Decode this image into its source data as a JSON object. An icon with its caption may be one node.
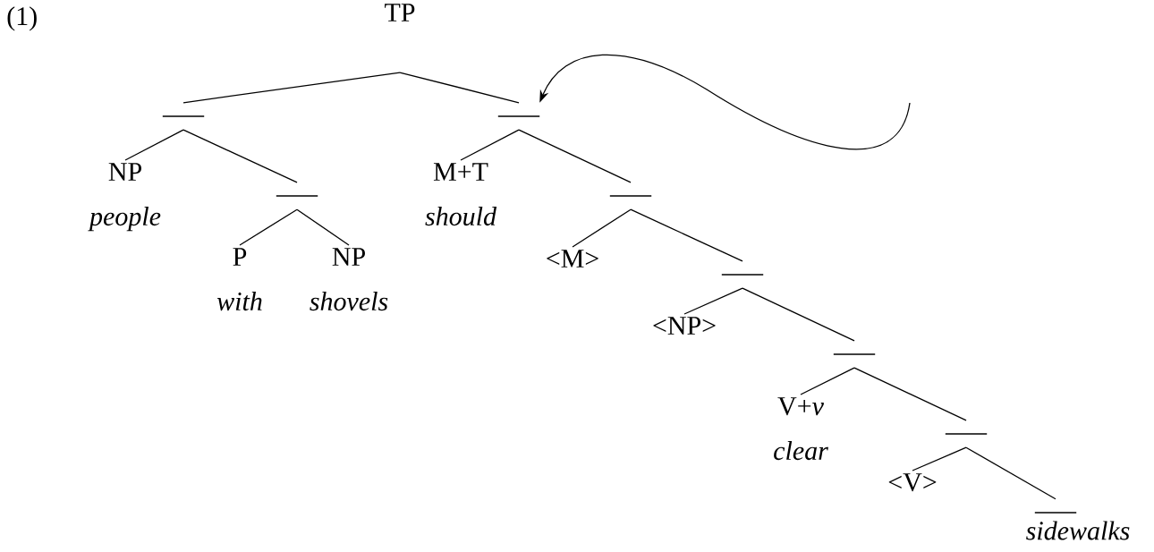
{
  "diagram": {
    "nodes": [
      {
        "text": [
          "TP"
        ]
      },
      {
        "text": [],
        "shape": "bar"
      },
      {
        "text": [],
        "shape": "bar"
      },
      {
        "text": [
          "NP",
          "people"
        ]
      },
      {
        "text": [],
        "shape": "bar"
      },
      {
        "text": [
          "M+T",
          "should"
        ]
      },
      {
        "text": [],
        "shape": "bar"
      },
      {
        "text": [
          "P",
          "with"
        ]
      },
      {
        "text": [
          "NP",
          "shovels"
        ]
      },
      {
        "text": [
          "<M>"
        ]
      },
      {
        "text": [],
        "shape": "bar"
      },
      {
        "text": [
          "<NP>"
        ]
      },
      {
        "text": [],
        "shape": "bar"
      },
      {
        "text": [
          "V+*v*",
          "clear"
        ]
      },
      {
        "text": [],
        "shape": "bar"
      },
      {
        "text": [
          "<V>"
        ]
      },
      {
        "text": [],
        "shape": "bar",
        "beside": [
          "sidewalks"
        ]
      }
    ],
    "edges": [
      {
        "from": 0,
        "to": 1,
        "arrow": "none"
      },
      {
        "from": 0,
        "to": 2,
        "arrow": "none"
      },
      {
        "from": 1,
        "to": 3,
        "arrow": "none"
      },
      {
        "from": 1,
        "to": 4,
        "arrow": "none"
      },
      {
        "from": 2,
        "to": 5,
        "arrow": "none"
      },
      {
        "from": 2,
        "to": 6,
        "arrow": "none"
      },
      {
        "from": 4,
        "to": 7,
        "arrow": "none"
      },
      {
        "from": 4,
        "to": 8,
        "arrow": "none"
      },
      {
        "from": 6,
        "to": 9,
        "arrow": "none"
      },
      {
        "from": 6,
        "to": 10,
        "arrow": "none"
      },
      {
        "from": 10,
        "to": 11,
        "arrow": "none"
      },
      {
        "from": 10,
        "to": 12,
        "arrow": "none"
      },
      {
        "from": 12,
        "to": 13,
        "arrow": "none"
      },
      {
        "from": 12,
        "to": 14,
        "arrow": "none"
      },
      {
        "from": 14,
        "to": 15,
        "arrow": "none"
      },
      {
        "from": 14,
        "to": 16,
        "arrow": "none"
      },
      {
        "from": null,
        "to": 2,
        "arrow": "to"
      }
    ],
    "labels": [
      "(1)"
    ]
  }
}
